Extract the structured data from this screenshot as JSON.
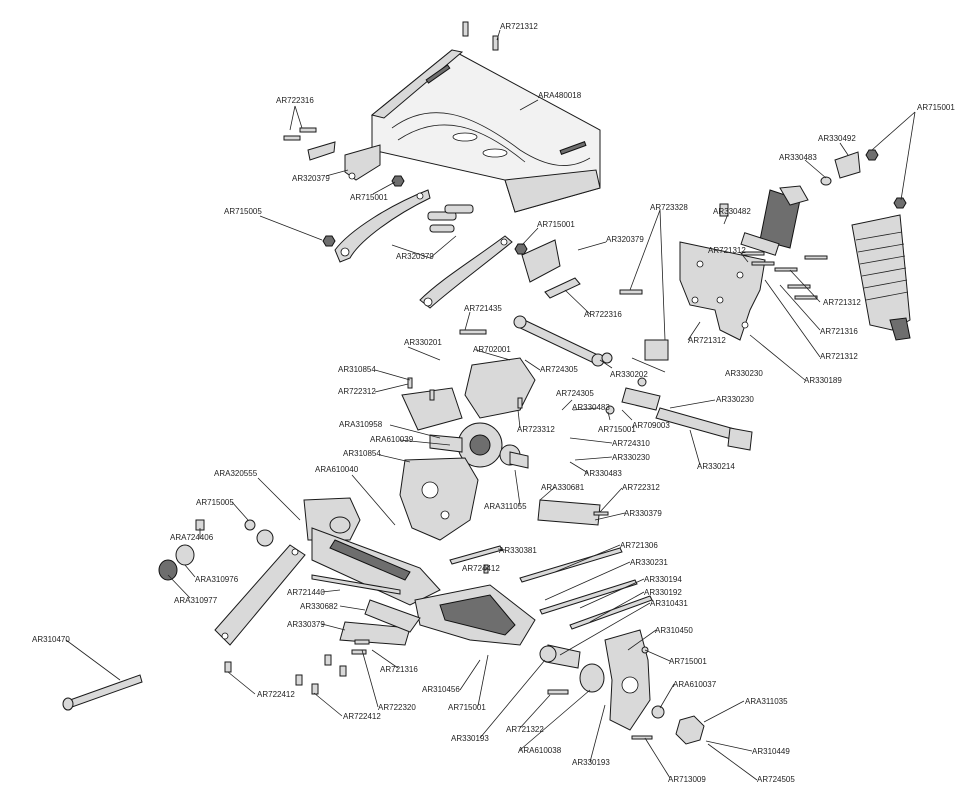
{
  "callouts": [
    {
      "id": "c1",
      "label": "AR721312"
    },
    {
      "id": "c2",
      "label": "ARA480018"
    },
    {
      "id": "c3",
      "label": "AR722316"
    },
    {
      "id": "c4",
      "label": "AR320379"
    },
    {
      "id": "c5",
      "label": "AR715001"
    },
    {
      "id": "c6",
      "label": "AR715005"
    },
    {
      "id": "c7",
      "label": "AR320379"
    },
    {
      "id": "c8",
      "label": "AR715001"
    },
    {
      "id": "c9",
      "label": "AR320379"
    },
    {
      "id": "c10",
      "label": "AR723328"
    },
    {
      "id": "c11",
      "label": "AR330482"
    },
    {
      "id": "c12",
      "label": "AR721312"
    },
    {
      "id": "c13",
      "label": "AR330483"
    },
    {
      "id": "c14",
      "label": "AR330492"
    },
    {
      "id": "c15",
      "label": "AR715001"
    },
    {
      "id": "c16",
      "label": "AR721312"
    },
    {
      "id": "c17",
      "label": "AR721316"
    },
    {
      "id": "c18",
      "label": "AR721312"
    },
    {
      "id": "c19",
      "label": "AR330189"
    },
    {
      "id": "c20",
      "label": "AR721312"
    },
    {
      "id": "c21",
      "label": "AR722316"
    },
    {
      "id": "c22",
      "label": "AR721435"
    },
    {
      "id": "c23",
      "label": "AR330201"
    },
    {
      "id": "c24",
      "label": "AR702001"
    },
    {
      "id": "c25",
      "label": "AR724305"
    },
    {
      "id": "c26",
      "label": "AR310854"
    },
    {
      "id": "c27",
      "label": "AR722312"
    },
    {
      "id": "c28",
      "label": "AR330202"
    },
    {
      "id": "c29",
      "label": "AR330230"
    },
    {
      "id": "c30",
      "label": "AR724305"
    },
    {
      "id": "c31",
      "label": "AR330483"
    },
    {
      "id": "c32",
      "label": "AR330230"
    },
    {
      "id": "c33",
      "label": "AR715001"
    },
    {
      "id": "c34",
      "label": "AR709003"
    },
    {
      "id": "c35",
      "label": "ARA310958"
    },
    {
      "id": "c36",
      "label": "ARA610039"
    },
    {
      "id": "c37",
      "label": "AR723312"
    },
    {
      "id": "c38",
      "label": "AR724310"
    },
    {
      "id": "c39",
      "label": "AR330230"
    },
    {
      "id": "c40",
      "label": "AR330214"
    },
    {
      "id": "c41",
      "label": "AR310854"
    },
    {
      "id": "c42",
      "label": "AR330483"
    },
    {
      "id": "c43",
      "label": "ARA320555"
    },
    {
      "id": "c44",
      "label": "ARA610040"
    },
    {
      "id": "c45",
      "label": "ARA330681"
    },
    {
      "id": "c46",
      "label": "AR722312"
    },
    {
      "id": "c47",
      "label": "ARA311055"
    },
    {
      "id": "c48",
      "label": "AR330379"
    },
    {
      "id": "c49",
      "label": "AR715005"
    },
    {
      "id": "c50",
      "label": "ARA724406"
    },
    {
      "id": "c51",
      "label": "AR330381"
    },
    {
      "id": "c52",
      "label": "AR721306"
    },
    {
      "id": "c53",
      "label": "ARA310976"
    },
    {
      "id": "c54",
      "label": "AR724412"
    },
    {
      "id": "c55",
      "label": "AR330231"
    },
    {
      "id": "c56",
      "label": "ARA310977"
    },
    {
      "id": "c57",
      "label": "AR721440"
    },
    {
      "id": "c58",
      "label": "AR330194"
    },
    {
      "id": "c59",
      "label": "AR330192"
    },
    {
      "id": "c60",
      "label": "AR330682"
    },
    {
      "id": "c61",
      "label": "AR310431"
    },
    {
      "id": "c62",
      "label": "AR330379"
    },
    {
      "id": "c63",
      "label": "AR310450"
    },
    {
      "id": "c64",
      "label": "AR310470"
    },
    {
      "id": "c65",
      "label": "AR721316"
    },
    {
      "id": "c66",
      "label": "AR715001"
    },
    {
      "id": "c67",
      "label": "AR722412"
    },
    {
      "id": "c68",
      "label": "ARA610037"
    },
    {
      "id": "c69",
      "label": "AR310456"
    },
    {
      "id": "c70",
      "label": "AR722320"
    },
    {
      "id": "c71",
      "label": "AR715001"
    },
    {
      "id": "c72",
      "label": "ARA311035"
    },
    {
      "id": "c73",
      "label": "AR722412"
    },
    {
      "id": "c74",
      "label": "AR721322"
    },
    {
      "id": "c75",
      "label": "AR330193"
    },
    {
      "id": "c76",
      "label": "ARA610038"
    },
    {
      "id": "c77",
      "label": "AR310449"
    },
    {
      "id": "c78",
      "label": "AR330193"
    },
    {
      "id": "c79",
      "label": "AR713009"
    },
    {
      "id": "c80",
      "label": "AR724505"
    }
  ]
}
